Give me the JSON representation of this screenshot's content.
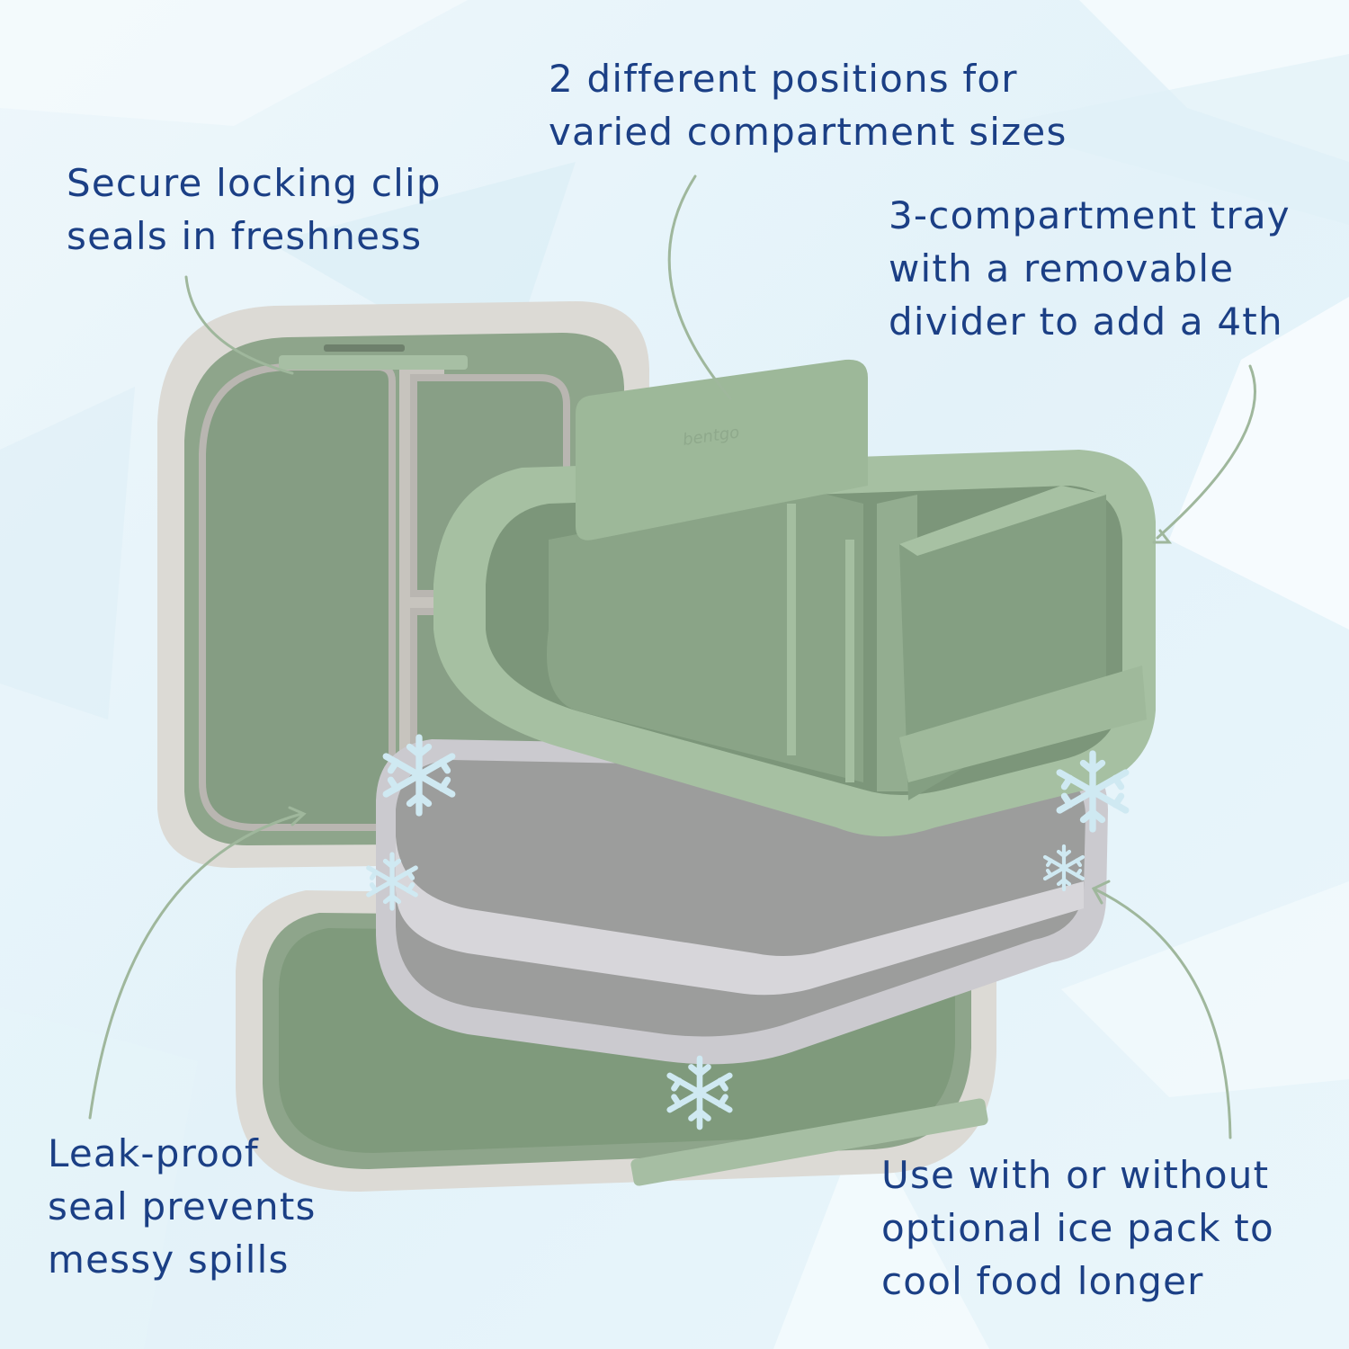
{
  "product": {
    "brand_emboss": "bentgo",
    "colors": {
      "text": "#1b3f85",
      "sage_green": "#8da88a",
      "sage_light": "#a9c3a5",
      "sage_dark": "#7c9679",
      "shell_white": "#dcdad5",
      "ice_pack_gray": "#c9c8cd",
      "leader_line": "#9fb79c",
      "snowflake": "#cfe9f2",
      "background": "#eaf5fb"
    }
  },
  "callouts": {
    "positions": {
      "lines": [
        "2 different positions for",
        "varied compartment sizes"
      ]
    },
    "clip": {
      "lines": [
        "Secure locking clip",
        "seals in freshness"
      ]
    },
    "tray": {
      "lines": [
        "3-compartment tray",
        "with a removable",
        "divider to add a 4th"
      ]
    },
    "leak": {
      "lines": [
        "Leak-proof",
        "seal prevents",
        "messy spills"
      ]
    },
    "ice": {
      "lines": [
        "Use with or without",
        "optional ice pack to",
        "cool food longer"
      ]
    }
  },
  "icons": {
    "snowflake": "snowflake-icon",
    "arrow": "leader-arrow"
  }
}
